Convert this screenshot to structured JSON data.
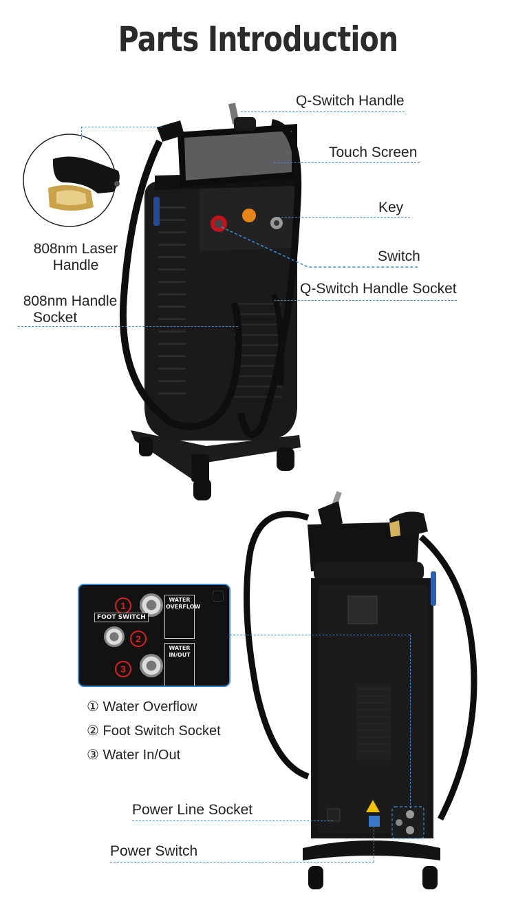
{
  "page": {
    "title": "Parts Introduction"
  },
  "labels": {
    "q_switch_handle": "Q-Switch Handle",
    "touch_screen": "Touch Screen",
    "key": "Key",
    "switch": "Switch",
    "q_switch_handle_socket": "Q-Switch Handle Socket",
    "laser_handle_line1": "808nm Laser",
    "laser_handle_line2": "Handle",
    "handle_socket_line1": "808nm Handle",
    "handle_socket_line2": "Socket",
    "power_line_socket": "Power Line Socket",
    "power_switch": "Power Switch"
  },
  "inset": {
    "numbers": [
      "1",
      "2",
      "3"
    ],
    "foot_switch": "FOOT SWITCH",
    "water_overflow": "WATER OVERFLOW",
    "water_inout": "WATER IN/OUT"
  },
  "legend": [
    {
      "num": "①",
      "text": "Water Overflow"
    },
    {
      "num": "②",
      "text": "Foot Switch Socket"
    },
    {
      "num": "③",
      "text": "Water In/Out"
    }
  ],
  "colors": {
    "accent_line": "#3a8ad6",
    "marker_red": "#e02020",
    "machine_body": "#161616"
  }
}
